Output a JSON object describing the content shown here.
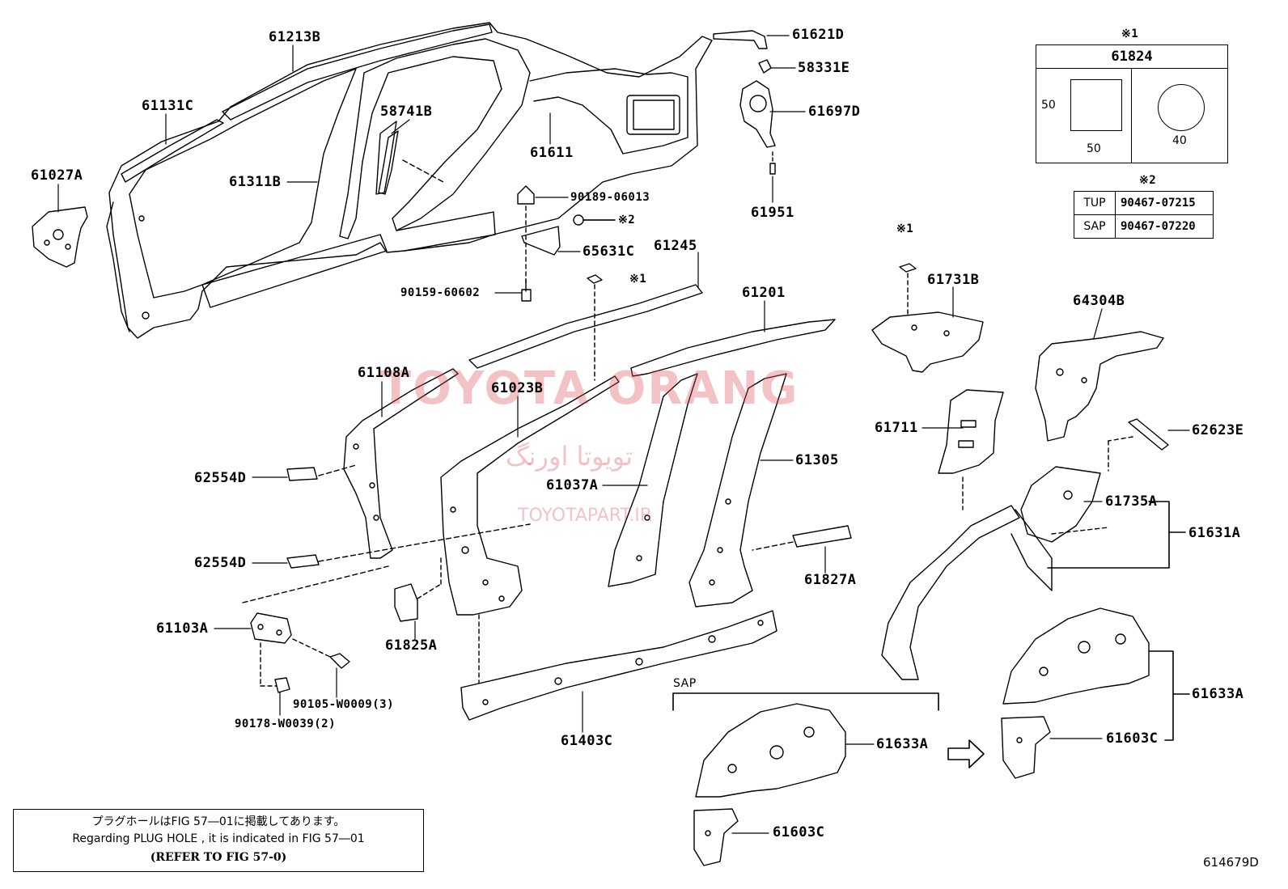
{
  "watermark": {
    "brand": "TOYOTA ORANG",
    "persian": "تویوتا اورنگ",
    "site": "TOYOTAPART.IR"
  },
  "labels": {
    "p61213B": "61213B",
    "p61131C": "61131C",
    "p61027A": "61027A",
    "p58741B": "58741B",
    "p61311B": "61311B",
    "p61611": "61611",
    "p61621D": "61621D",
    "p58331E": "58331E",
    "p61697D": "61697D",
    "p61951": "61951",
    "p90189_06013": "90189-06013",
    "mark2": "※2",
    "p65631C": "65631C",
    "p61245": "61245",
    "mark1_a": "※1",
    "p90159_60602": "90159-60602",
    "p61201": "61201",
    "mark1_b": "※1",
    "p61731B": "61731B",
    "p64304B": "64304B",
    "p61108A": "61108A",
    "p61023B": "61023B",
    "p61711": "61711",
    "p62623E": "62623E",
    "p62554D_1": "62554D",
    "p61305": "61305",
    "p61037A": "61037A",
    "p61735A": "61735A",
    "p61631A": "61631A",
    "p62554D_2": "62554D",
    "p61827A": "61827A",
    "p61103A": "61103A",
    "p61825A": "61825A",
    "p61633A_right": "61633A",
    "p90105": "90105-W0009(3)",
    "p90178": "90178-W0039(2)",
    "sap": "SAP",
    "p61403C": "61403C",
    "p61633A_center": "61633A",
    "p61603C_right": "61603C",
    "p61603C_bottom": "61603C"
  },
  "inset": {
    "mark": "※1",
    "title": "61824",
    "square_h": "50",
    "square_w": "50",
    "circle_d": "40"
  },
  "variant_table": {
    "mark": "※2",
    "rows": [
      {
        "grade": "TUP",
        "part": "90467-07215"
      },
      {
        "grade": "SAP",
        "part": "90467-07220"
      }
    ]
  },
  "note": {
    "jp": "プラグホールはFIG 57―01に掲載してあります。",
    "en": "Regarding PLUG HOLE , it is indicated in FIG 57―01",
    "ref": "(REFER TO FIG 57-0)"
  },
  "figure_id": "614679D"
}
